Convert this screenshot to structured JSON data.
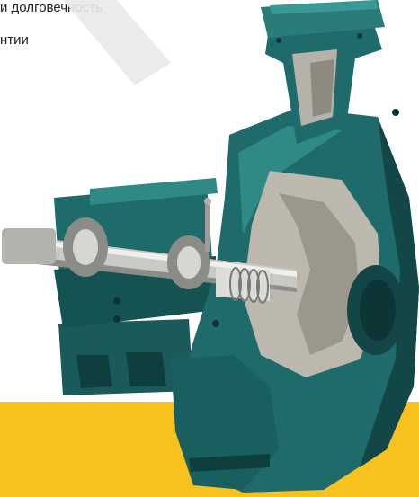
{
  "text": {
    "line1": "и долговечность",
    "line2": "нтии"
  },
  "colors": {
    "band": "#f7c21e",
    "pump_teal": "#1f6b6b",
    "pump_teal_dark": "#134747",
    "pump_teal_light": "#2f8a86",
    "metal_light": "#d9d9d6",
    "metal_mid": "#a8a8a4",
    "metal_dark": "#6d6d69",
    "watermark": "#e8e8e8"
  },
  "image": {
    "subject": "cutaway centrifugal slurry pump",
    "icon": "pump-illustration"
  }
}
